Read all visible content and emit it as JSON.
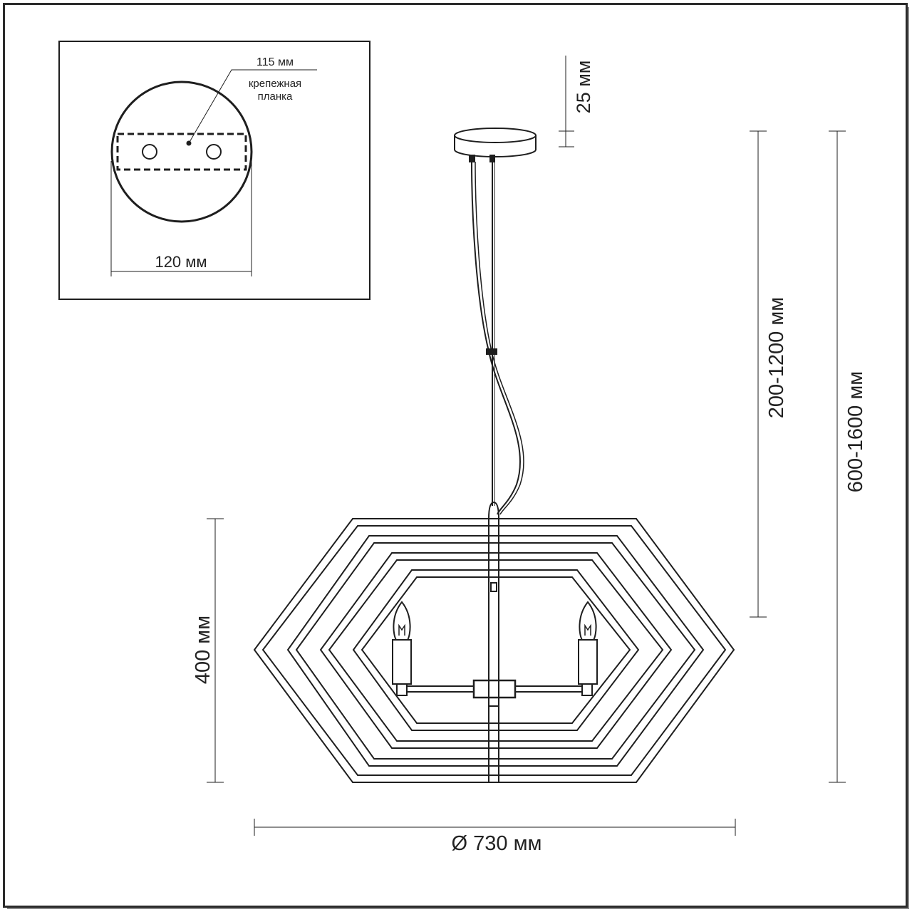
{
  "inset": {
    "hole_spacing": "115 мм",
    "bracket_label_line1": "крепежная",
    "bracket_label_line2": "планка",
    "plate_diameter": "120 мм"
  },
  "dimensions": {
    "canopy_height": "25 мм",
    "cord_length": "200-1200 мм",
    "total_height": "600-1600 мм",
    "body_height": "400 мм",
    "diameter": "Ø 730 мм"
  },
  "colors": {
    "line": "#1e1e1e",
    "frame": "#2b2b2b"
  }
}
